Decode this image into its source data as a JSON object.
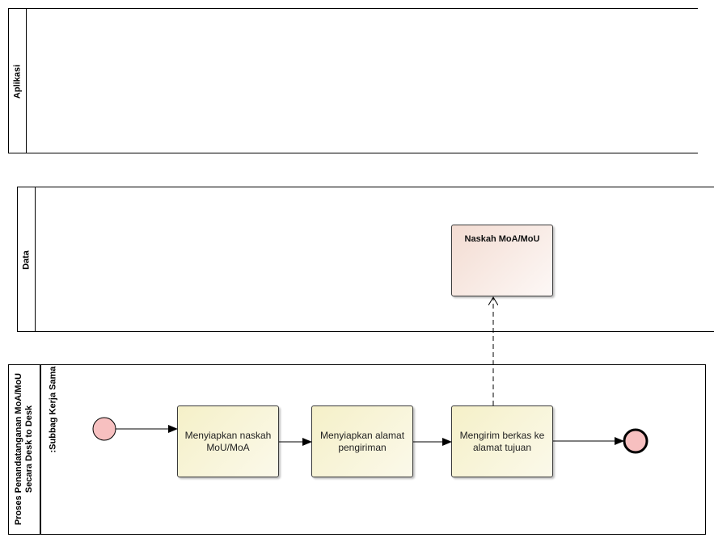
{
  "pools": {
    "aplikasi": {
      "label": "Aplikasi"
    },
    "data": {
      "label": "Data"
    },
    "process": {
      "title_line1": "Proses Penandatanganan MoA/MoU",
      "title_line2": "Secara Desk to Desk",
      "lane_label": ":Subbag Kerja Sama"
    }
  },
  "data_object": {
    "label": "Naskah MoA/MoU"
  },
  "tasks": [
    {
      "line1": "Menyiapkan naskah",
      "line2": "MoU/MoA"
    },
    {
      "line1": "Menyiapkan alamat",
      "line2": "pengiriman"
    },
    {
      "line1": "Mengirim berkas ke",
      "line2": "alamat tujuan"
    }
  ],
  "colors": {
    "event_fill": "#f7c0c0",
    "task_fill": "#f5f0c8",
    "data_fill": "#f3dcd2",
    "line": "#000000"
  }
}
